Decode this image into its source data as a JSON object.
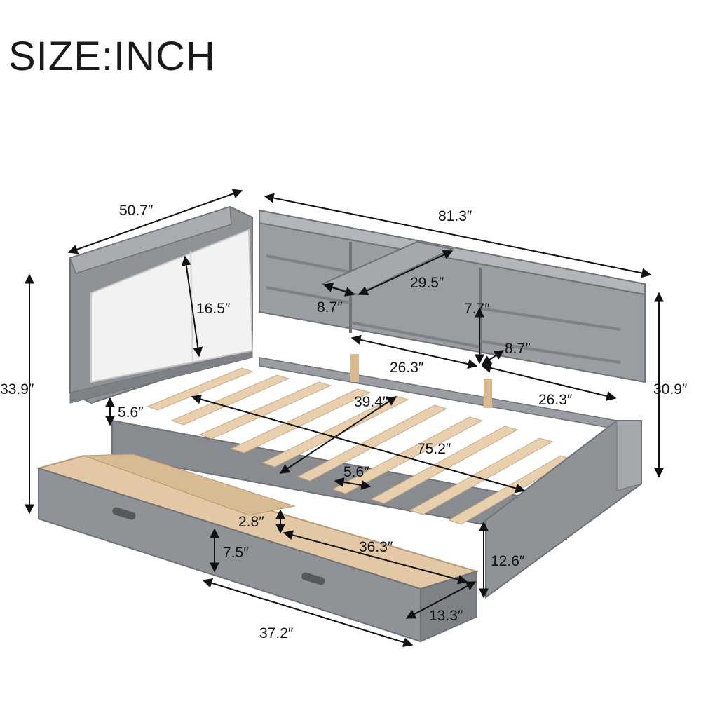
{
  "title": "SIZE:INCH",
  "dimensions": {
    "overall_width": "50.7″",
    "overall_length": "81.3″",
    "total_height": "33.9″",
    "side_height": "30.9″",
    "headboard_cushion_height": "16.5″",
    "top_shelf_depth": "8.7″",
    "top_shelf_length": "29.5″",
    "shelf_compartment_height": "7.7″",
    "shelf_compartment_depth": "8.7″",
    "lower_shelf_length_left": "26.3″",
    "lower_shelf_length_right": "26.3″",
    "slat_gap_side": "5.6″",
    "mattress_width": "39.4″",
    "mattress_length": "75.2″",
    "slat_spacing": "5.6″",
    "drawer_inner_depth": "2.8″",
    "drawer_inner_length": "36.3″",
    "drawer_height": "7.5″",
    "frame_height": "12.6″",
    "drawer_width": "13.3″",
    "drawer_length": "37.2″"
  },
  "colors": {
    "frame": "#8f9296",
    "frame_dark": "#6f7276",
    "cushion": "#f2f2f2",
    "wood": "#e2c8a4"
  }
}
